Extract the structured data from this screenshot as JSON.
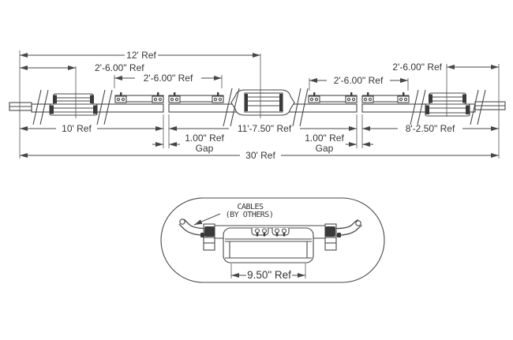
{
  "top_view": {
    "dims": {
      "overall_12ft": "12' Ref",
      "left_splice_offset": "2'-6.00\" Ref",
      "rail_group_1": "2'-6.00\" Ref",
      "rail_group_2": "2'-6.00\" Ref",
      "right_end_offset": "2'-6.00\" Ref",
      "seg_10ft": "10' Ref",
      "seg_11ft": "11'-7.50\" Ref",
      "seg_8ft": "8'-2.50\" Ref",
      "gap_left_line1": "1.00\" Ref",
      "gap_left_line2": "Gap",
      "gap_right_line1": "1.00\" Ref",
      "gap_right_line2": "Gap",
      "overall_30ft": "30' Ref"
    }
  },
  "detail_view": {
    "cables_note_line1": "CABLES",
    "cables_note_line2": "(BY OTHERS)",
    "width_dim": "9.50\" Ref"
  },
  "colors": {
    "line": "#474747",
    "background": "#ffffff",
    "dark_fill": "#3a3a3a"
  }
}
